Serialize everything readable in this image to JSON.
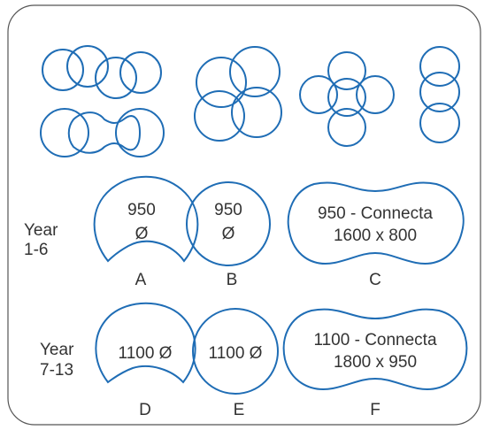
{
  "groups": [
    {
      "line1": "Year",
      "line2": "1-6"
    },
    {
      "line1": "Year",
      "line2": "7-13"
    }
  ],
  "tables": [
    {
      "id": "A",
      "line1": "950",
      "line2": "Ø"
    },
    {
      "id": "B",
      "line1": "950",
      "line2": "Ø"
    },
    {
      "id": "C",
      "line1": "950 - Connecta",
      "line2": "1600 x 800"
    },
    {
      "id": "D",
      "line1": "1100 Ø",
      "line2": ""
    },
    {
      "id": "E",
      "line1": "1100 Ø",
      "line2": ""
    },
    {
      "id": "F",
      "line1": "1100 - Connecta",
      "line2": "1800 x 950"
    }
  ],
  "colors": {
    "shape_stroke": "#1f6db5",
    "frame_stroke": "#555555",
    "text": "#333333"
  }
}
